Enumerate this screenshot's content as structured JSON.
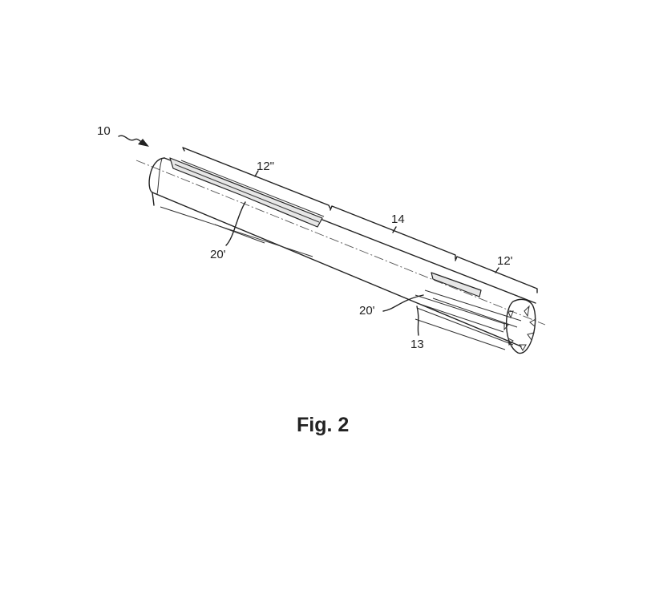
{
  "figure": {
    "caption": "Fig. 2",
    "labels": {
      "shaft": "10",
      "section_right": "12'",
      "section_left": "12\"",
      "middle_section": "14",
      "groove_left": "20'",
      "groove_right": "20'",
      "spline": "13"
    }
  }
}
